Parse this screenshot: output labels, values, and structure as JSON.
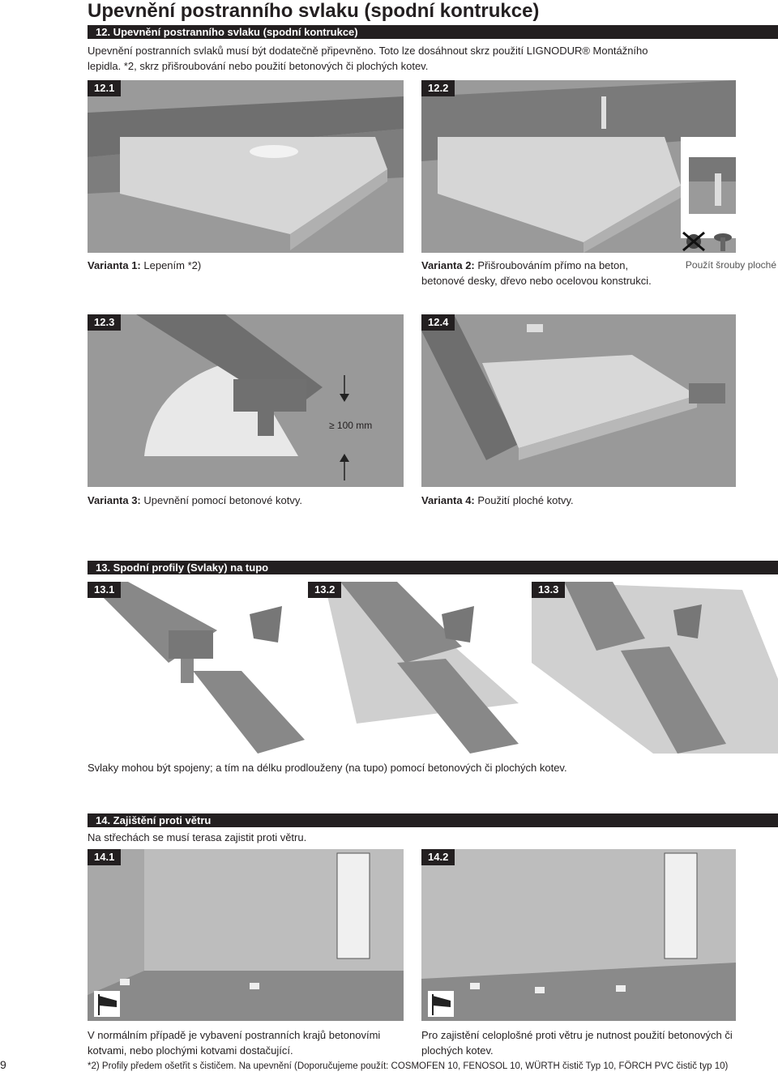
{
  "header": {
    "title": "Upevnění postranního svlaku (spodní kontrukce)",
    "section12_bar": "12. Upevnění postranního svlaku (spodní kontrukce)",
    "intro": "Upevnění postranních svlaků musí být dodatečně připevněno. Toto lze dosáhnout skrz použití LIGNODUR® Montážního lepidla. *2, skrz přišroubování nebo použití betonových či plochých kotev."
  },
  "section12": {
    "fig1": {
      "badge": "12.1",
      "cap_bold": "Varianta 1:",
      "cap": " Lepením *2)"
    },
    "fig2": {
      "badge": "12.2",
      "cap_bold": "Varianta 2:",
      "cap": " Přišroubováním přímo na beton, betonové desky, dřevo nebo ocelovou konstrukci.",
      "side_note": "Použít šrouby ploché"
    },
    "fig3": {
      "badge": "12.3",
      "cap_bold": "Varianta 3:",
      "cap": " Upevnění pomocí betonové kotvy.",
      "dimension": "≥ 100 mm"
    },
    "fig4": {
      "badge": "12.4",
      "cap_bold": "Varianta 4:",
      "cap": " Použití ploché kotvy."
    }
  },
  "section13": {
    "bar": "13. Spodní profily (Svlaky) na tupo",
    "figs": [
      {
        "badge": "13.1"
      },
      {
        "badge": "13.2"
      },
      {
        "badge": "13.3"
      }
    ],
    "caption": "Svlaky mohou být spojeny; a tím na délku prodlouženy (na tupo) pomocí betonových či plochých kotev."
  },
  "section14": {
    "bar": "14. Zajištění proti větru",
    "intro": "Na střechách se musí terasa zajistit proti větru.",
    "fig1": {
      "badge": "14.1",
      "cap": "V normálním případě je vybavení postranních krajů betonovími kotvami, nebo plochými kotvami dostačující."
    },
    "fig2": {
      "badge": "14.2",
      "cap": "Pro zajistění celoplošné proti větru je nutnost použití betonových či plochých kotev."
    }
  },
  "footer": {
    "page_number": "9",
    "note": "*2) Profily předem ošetřit s čističem. Na upevnění (Doporučujeme použít: COSMOFEN 10, FENOSOL 10, WÜRTH čistič Typ 10, FÖRCH PVC čistič typ 10)"
  },
  "icons": [
    "windsock-icon",
    "screw-icon",
    "crossed-screw-icon",
    "arrow-icon"
  ],
  "colors": {
    "bar": "#231f20",
    "figure_gray": "#8a8a8a",
    "slab": "#d8d8d8",
    "text": "#231f20"
  }
}
